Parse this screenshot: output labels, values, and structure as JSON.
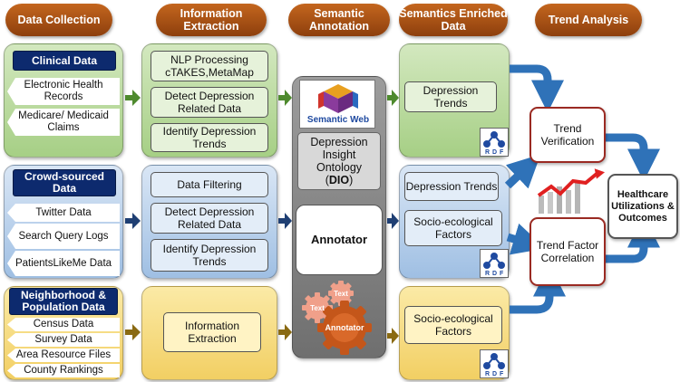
{
  "headers": {
    "data_collection": "Data Collection",
    "information_extraction": "Information Extraction",
    "semantic_annotation": "Semantic Annotation",
    "semantics_enriched": "Semantics Enriched Data",
    "trend_analysis": "Trend Analysis"
  },
  "clinical": {
    "title": "Clinical Data",
    "items": [
      "Electronic Health Records",
      "Medicare/ Medicaid Claims"
    ]
  },
  "crowd": {
    "title": "Crowd-sourced Data",
    "items": [
      "Twitter Data",
      "Search Query Logs",
      "PatientsLikeMe Data"
    ]
  },
  "neighborhood": {
    "title": "Neighborhood & Population Data",
    "items": [
      "Census Data",
      "Survey Data",
      "Area Resource Files",
      "County Rankings"
    ]
  },
  "extraction": {
    "clinical": [
      "NLP Processing cTAKES,MetaMap",
      "Detect Depression Related Data",
      "Identify Depression Trends"
    ],
    "crowd": [
      "Data Filtering",
      "Detect Depression Related Data",
      "Identify Depression Trends"
    ],
    "neighborhood": [
      "Information Extraction"
    ]
  },
  "annotation": {
    "semantic_web_logo": "Semantic Web",
    "ontology": "Depression Insight Ontology",
    "ontology_abbr": "DIO",
    "annotator": "Annotator",
    "gear_text_1": "Text",
    "gear_text_2": "Text",
    "gear_label": "Annotator"
  },
  "enriched": {
    "clinical": [
      "Depression Trends"
    ],
    "crowd": [
      "Depression Trends",
      "Socio-ecological Factors"
    ],
    "neighborhood": [
      "Socio-ecological Factors"
    ],
    "rdf_letters": [
      "R",
      "D",
      "F"
    ]
  },
  "trend": {
    "verification": "Trend Verification",
    "correlation": "Trend Factor Correlation",
    "outcome": "Healthcare Utilizations & Outcomes"
  },
  "colors": {
    "header": "#a44b12",
    "green_arrow": "#4e8a2e",
    "navy_arrow": "#1f3f73",
    "olive_arrow": "#8a6a12",
    "blue_arrow": "#2f72b8"
  }
}
